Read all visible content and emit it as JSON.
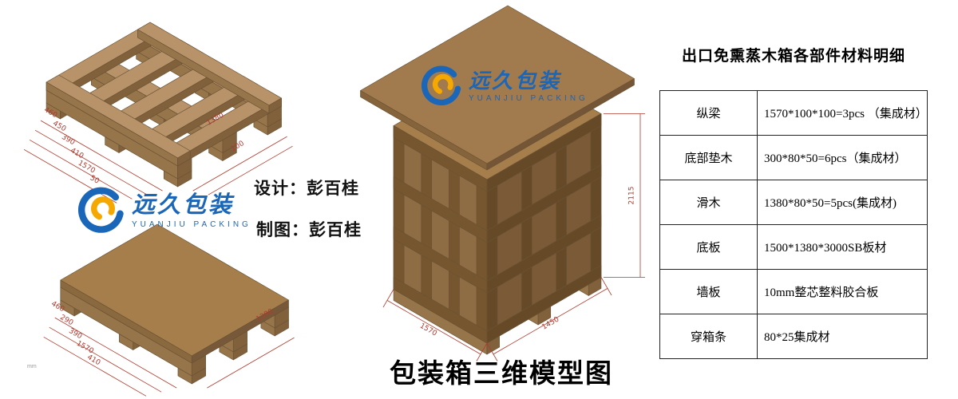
{
  "sheet_title": "包装箱三维模型图",
  "credits": {
    "design": "设计：彭百桂",
    "draft": "制图：彭百桂"
  },
  "logo": {
    "name": "远久包装",
    "subtitle": "YUANJIU PACKING"
  },
  "materials": {
    "title": "出口免熏蒸木箱各部件材料明细",
    "rows": [
      {
        "part": "纵梁",
        "spec": "1570*100*100=3pcs （集成材）"
      },
      {
        "part": "底部垫木",
        "spec": "300*80*50=6pcs（集成材）"
      },
      {
        "part": "滑木",
        "spec": "1380*80*50=5pcs(集成材)"
      },
      {
        "part": "底板",
        "spec": "1500*1380*3000SB板材"
      },
      {
        "part": "墙板",
        "spec": "10mm整芯整料胶合板"
      },
      {
        "part": "穿箱条",
        "spec": "80*25集成材"
      }
    ]
  },
  "dims": {
    "pallet_top_left": [
      "460",
      "450",
      "390",
      "410",
      "1570",
      "50"
    ],
    "pallet_top_right": [
      "1380",
      "100"
    ],
    "pallet_bottom_left": [
      "460",
      "290",
      "390",
      "1570",
      "410"
    ],
    "pallet_bottom_right": [
      "1380"
    ],
    "crate_height": "2115",
    "crate_width": "1450",
    "crate_depth": "1570"
  },
  "unit_note": "mm",
  "colors": {
    "brand_blue": "#1a66b8",
    "brand_yellow": "#f5a800",
    "dim_red": "#b03a2e",
    "wood_top": "#b89268",
    "wood_side": "#97754a",
    "wood_dark": "#81613c",
    "wood_edge": "#6a5335",
    "plywood_top": "#a67e4c",
    "crate_panel": "#8f6d44",
    "crate_panel_dark": "#7b5a37",
    "crate_batten": "#76562f",
    "crate_batten_dark": "#664a28",
    "lid_top": "#a17a4e"
  }
}
